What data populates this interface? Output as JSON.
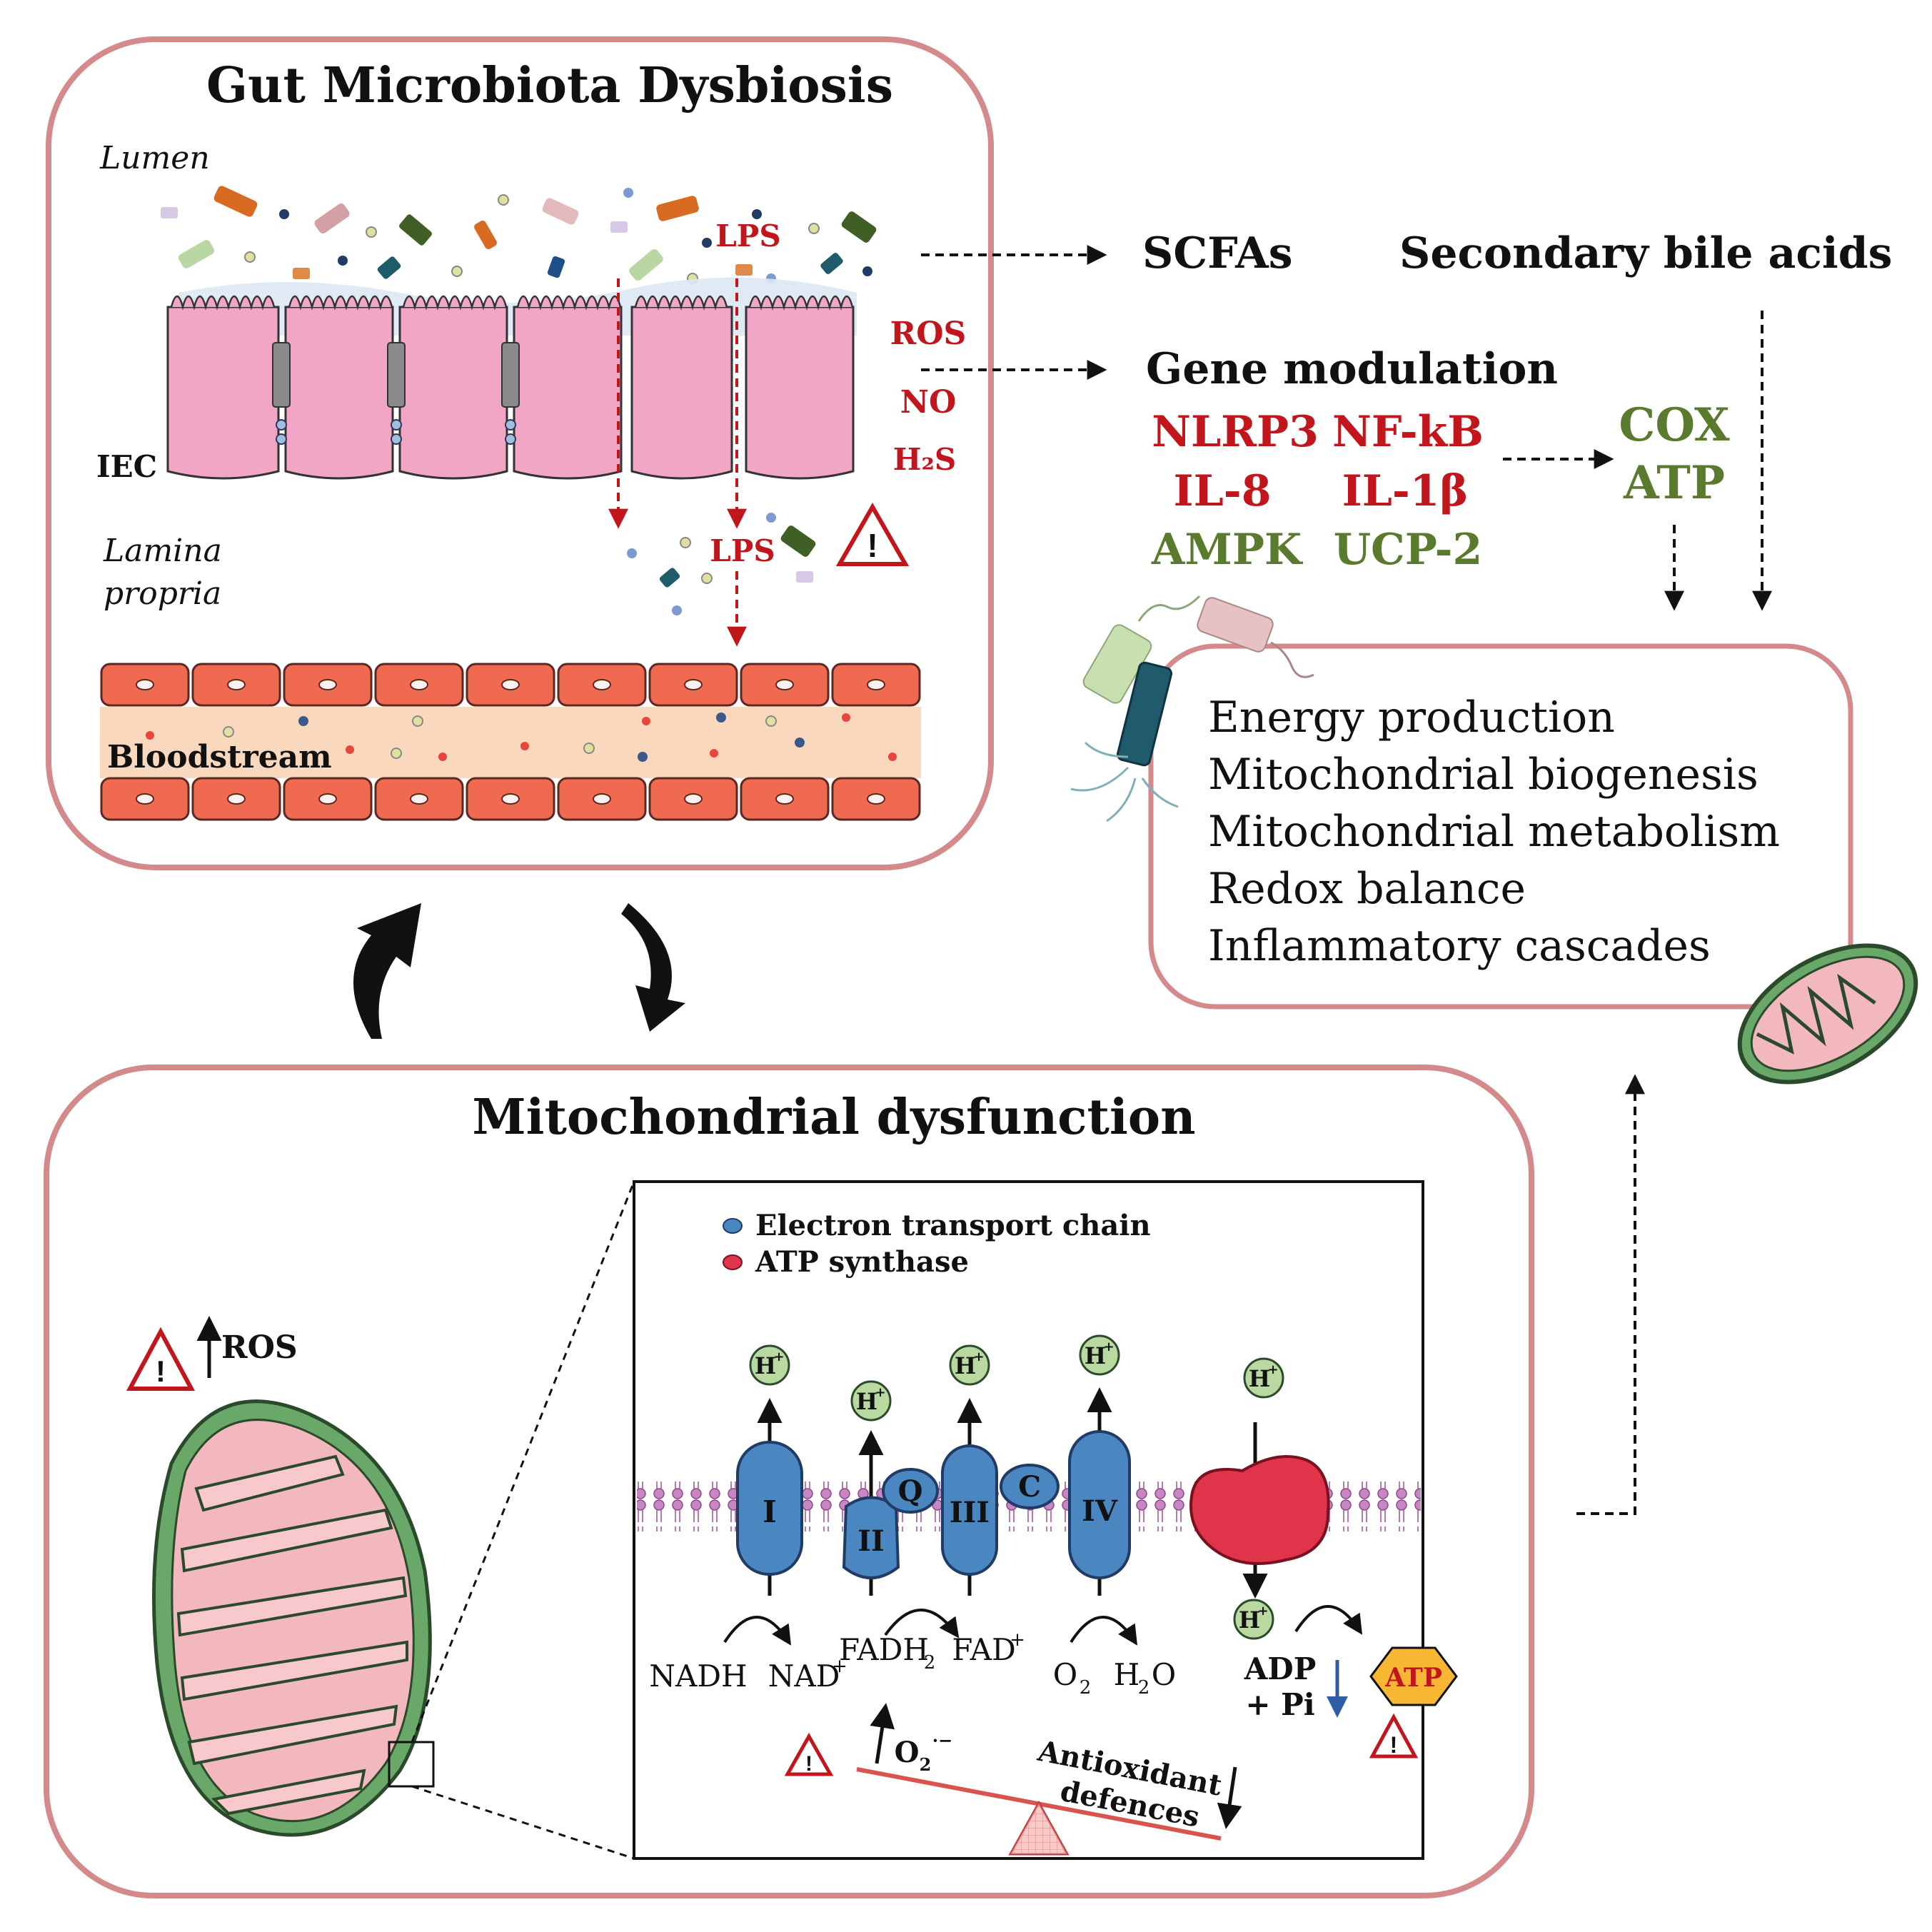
{
  "colors": {
    "panel_border": "#d4898a",
    "dark_red": "#c0161c",
    "olive": "#5a7a2e",
    "etc_blue": "#4a86bf",
    "atp_synthase": "#e0344a",
    "cell_pink": "#f0a6c4",
    "vessel_red": "#ef6a50",
    "plasma": "#fad8bd",
    "mito_fill": "#f2b8bd",
    "mito_membrane": "#6aa86a",
    "atp_hex": "#f7b733"
  },
  "gut_panel": {
    "title": "Gut Microbiota Dysbiosis",
    "lumen": "Lumen",
    "iec": "IEC",
    "lamina": "Lamina",
    "propria": "propria",
    "bloodstream": "Bloodstream",
    "lps_top": "LPS",
    "lps_bottom": "LPS",
    "ros": "ROS",
    "no": "NO",
    "h2s": "H₂S"
  },
  "right_side": {
    "scfas": "SCFAs",
    "bile": "Secondary bile acids",
    "gene_modulation": "Gene modulation",
    "genes_red": [
      "NLRP3",
      "NF-kB",
      "IL-8",
      "IL-1β"
    ],
    "genes_green": [
      "AMPK",
      "UCP-2"
    ],
    "cox": "COX",
    "atp": "ATP",
    "effects": [
      "Energy production",
      "Mitochondrial biogenesis",
      "Mitochondrial metabolism",
      "Redox balance",
      "Inflammatory cascades"
    ]
  },
  "mito_panel": {
    "title": "Mitochondrial dysfunction",
    "ros": "ROS",
    "legend_etc": "Electron transport chain",
    "legend_atp_synthase": "ATP synthase",
    "complexes": [
      "I",
      "II",
      "Q",
      "III",
      "C",
      "IV"
    ],
    "proton": "H",
    "proton_charge": "+",
    "nadh": "NADH",
    "nad": "NAD",
    "nad_charge": "+",
    "fadh2": "FADH",
    "fadh2_sub": "2",
    "fad": "FAD",
    "fad_charge": "+",
    "o2": "O",
    "o2_sub": "2",
    "h2o_h": "H",
    "h2o_sub": "2",
    "h2o_o": "O",
    "adp": "ADP",
    "pi": "+ Pi",
    "atp": "ATP",
    "superoxide": "O",
    "superoxide_sub": "2",
    "superoxide_charge": "·−",
    "antioxidant": "Antioxidant",
    "defences": "defences"
  }
}
